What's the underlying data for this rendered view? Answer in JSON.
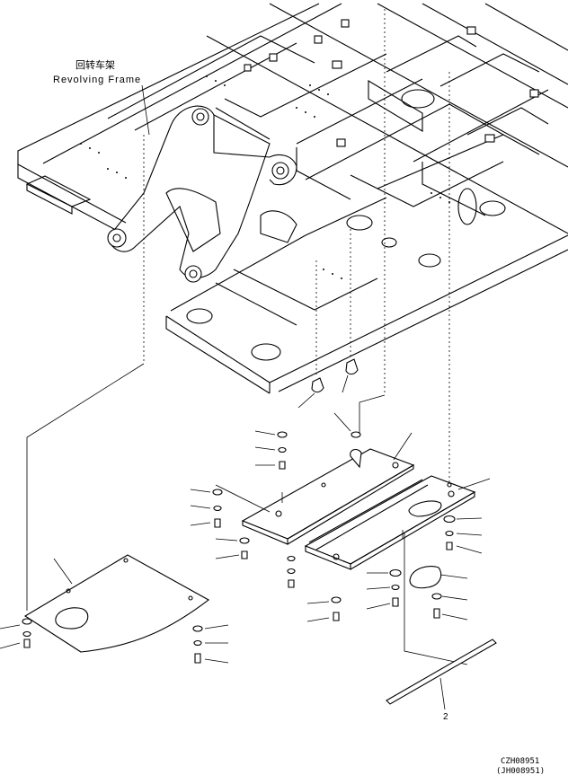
{
  "labels": {
    "frame_cn": "回转车架",
    "frame_en": "Revolving Frame",
    "callout_2": "2",
    "code1": "CZH08951",
    "code2": "(JH008951)"
  }
}
